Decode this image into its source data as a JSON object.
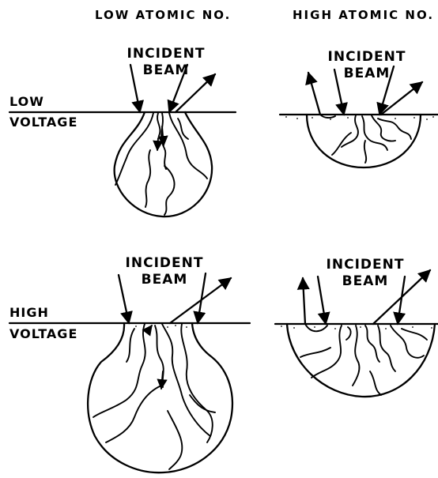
{
  "columns": {
    "low_atomic": "LOW ATOMIC NO.",
    "high_atomic": "HIGH ATOMIC NO."
  },
  "rows": {
    "low_voltage": {
      "line1": "LOW",
      "line2": "VOLTAGE"
    },
    "high_voltage": {
      "line1": "HIGH",
      "line2": "VOLTAGE"
    }
  },
  "beam_label": {
    "line1": "INCIDENT",
    "line2": "BEAM"
  }
}
